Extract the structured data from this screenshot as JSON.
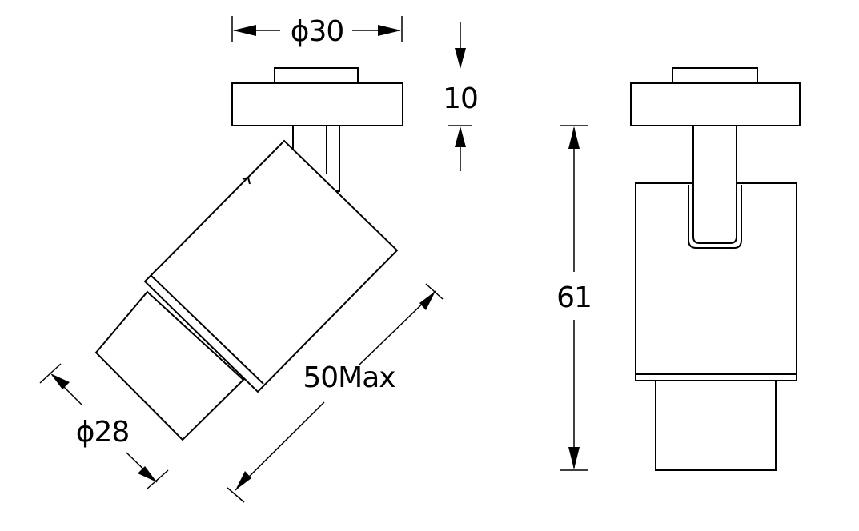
{
  "dimensions": {
    "mount_diameter": "ϕ30",
    "mount_height": "10",
    "lens_diameter": "ϕ28",
    "max_length": "50Max",
    "total_height": "61"
  }
}
